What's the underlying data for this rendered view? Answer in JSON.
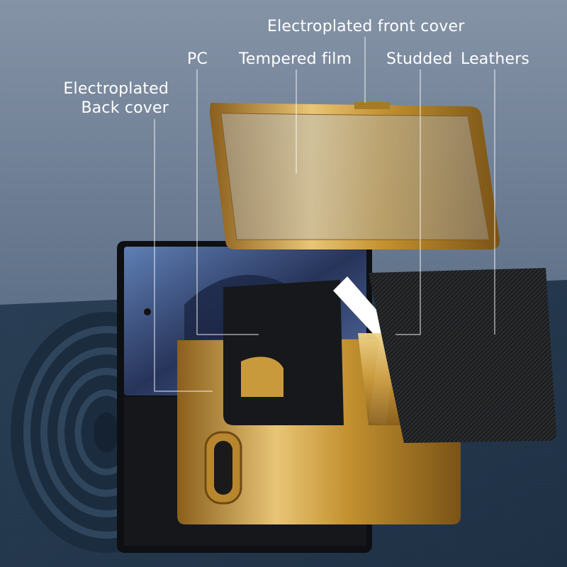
{
  "labels": {
    "front_cover": "Electroplated front cover",
    "pc": "PC",
    "tempered_film": "Tempered film",
    "studded": "Studded",
    "leathers": "Leathers",
    "back_cover_line1": "Electroplated",
    "back_cover_line2": "Back cover"
  },
  "colors": {
    "background": "#6d7f94",
    "gold": "#c99a3c",
    "leather": "#1e1f21",
    "mat": "#24364a",
    "label_text": "#ffffff"
  }
}
